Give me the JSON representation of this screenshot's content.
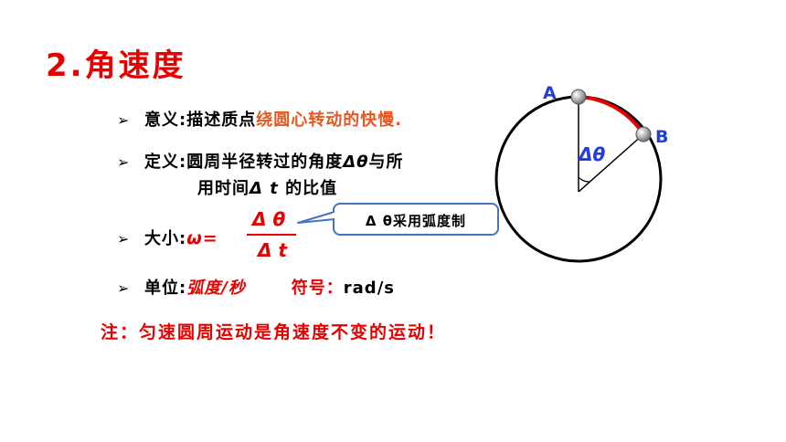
{
  "title": "2.角速度",
  "bullets": {
    "meaning": {
      "label": "意义:",
      "text": "描述质点",
      "highlight": "绕圆心转动的快慢."
    },
    "definition": {
      "label": "定义:",
      "line1": "圆周半径转过的角度",
      "symbol": "Δθ",
      "line1_end": "与所",
      "line2_a": "用时间",
      "line2_sym": "Δ t",
      "line2_b": " 的比值"
    },
    "magnitude": {
      "label": "大小:",
      "omega": "ω=",
      "numerator": "Δ θ",
      "denominator": "Δ t"
    },
    "unit": {
      "label": "单位:",
      "value": "弧度/秒",
      "symbol_label": "符号：",
      "symbol_value": "rad/s"
    }
  },
  "callout": "Δ θ采用弧度制",
  "note": "注：匀速圆周运动是角速度不变的运动！",
  "diagram": {
    "point_a": "A",
    "point_b": "B",
    "angle": "Δθ"
  },
  "colors": {
    "title": "#e60000",
    "highlight": "#e8571f",
    "label_blue": "#1f3fd8",
    "callout_border": "#4472c4"
  }
}
